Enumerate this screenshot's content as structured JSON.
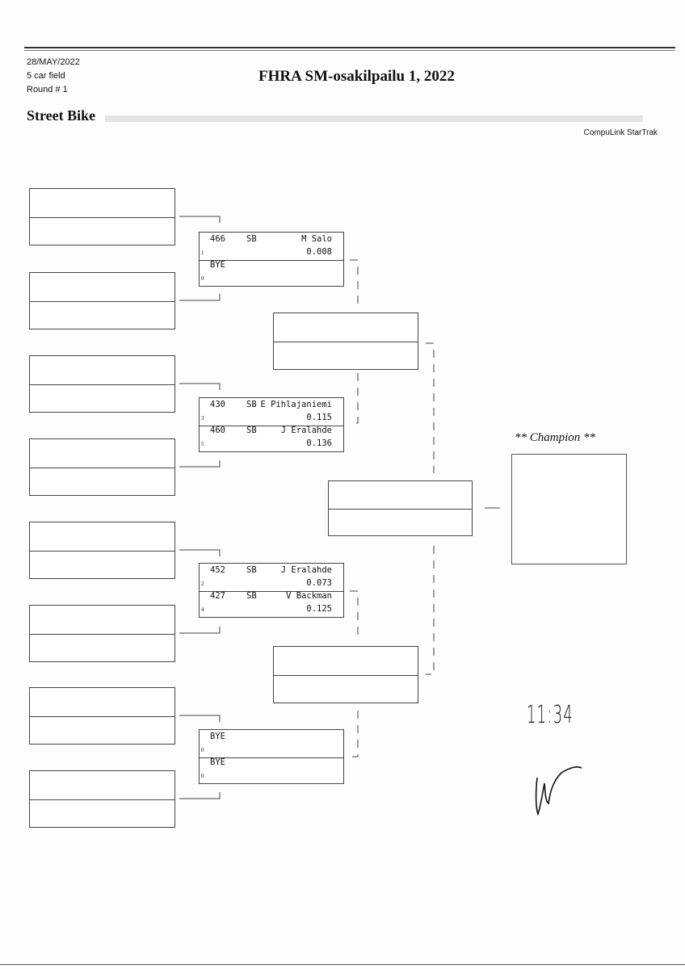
{
  "header": {
    "date": "28/MAY/2022",
    "field": "5 car field",
    "round": "Round # 1",
    "title": "FHRA SM-osakilpailu 1, 2022",
    "class_name": "Street Bike",
    "software": "CompuLink StarTrak"
  },
  "round1": [
    {
      "top": {
        "number": "466",
        "class": "SB",
        "name": "M Salo",
        "seed": "1",
        "reaction": "0.008"
      },
      "bottom": {
        "number": "BYE",
        "class": "",
        "name": "",
        "seed": "0",
        "reaction": ""
      }
    },
    {
      "top": {
        "number": "430",
        "class": "SB",
        "name": "E Pihlajaniemi",
        "seed": "3",
        "reaction": "0.115"
      },
      "bottom": {
        "number": "460",
        "class": "SB",
        "name": "J Eralahde",
        "seed": "5",
        "reaction": "0.136"
      }
    },
    {
      "top": {
        "number": "452",
        "class": "SB",
        "name": "J Eralahde",
        "seed": "2",
        "reaction": "0.073"
      },
      "bottom": {
        "number": "427",
        "class": "SB",
        "name": "V Backman",
        "seed": "4",
        "reaction": "0.125"
      }
    },
    {
      "top": {
        "number": "BYE",
        "class": "",
        "name": "",
        "seed": "0",
        "reaction": ""
      },
      "bottom": {
        "number": "BYE",
        "class": "",
        "name": "",
        "seed": "0",
        "reaction": ""
      }
    }
  ],
  "champion_label": "** Champion **",
  "handwritten_time": "11:34"
}
